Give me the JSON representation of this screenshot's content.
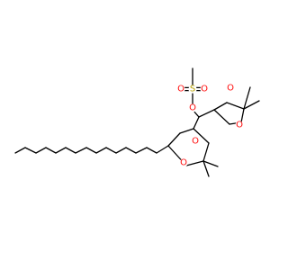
{
  "molecule": {
    "atoms": [
      {
        "id": "o1",
        "symbol": "O",
        "color": "#ff0d0d"
      },
      {
        "id": "s1",
        "symbol": "S",
        "color": "#b8a000"
      },
      {
        "id": "o2",
        "symbol": "O",
        "color": "#ff0d0d"
      },
      {
        "id": "o3",
        "symbol": "O",
        "color": "#ff0d0d"
      },
      {
        "id": "o4",
        "symbol": "O",
        "color": "#ff0d0d"
      },
      {
        "id": "o5",
        "symbol": "O",
        "color": "#ff0d0d"
      },
      {
        "id": "o6",
        "symbol": "O",
        "color": "#ff0d0d"
      },
      {
        "id": "o7",
        "symbol": "O",
        "color": "#ff0d0d"
      }
    ]
  }
}
